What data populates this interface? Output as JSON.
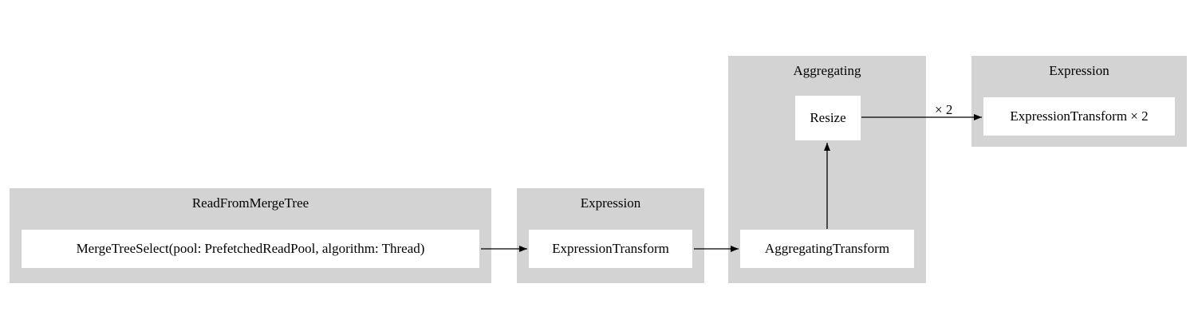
{
  "colors": {
    "cluster_fill": "#d3d3d3",
    "node_fill": "#ffffff",
    "edge": "#000000",
    "text": "#000000"
  },
  "diagram": {
    "groups": [
      {
        "title": "ReadFromMergeTree",
        "nodes": [
          {
            "label": "MergeTreeSelect(pool: PrefetchedReadPool, algorithm: Thread)"
          }
        ]
      },
      {
        "title": "Expression",
        "nodes": [
          {
            "label": "ExpressionTransform"
          }
        ]
      },
      {
        "title": "Aggregating",
        "nodes": [
          {
            "label": "Resize"
          },
          {
            "label": "AggregatingTransform"
          }
        ]
      },
      {
        "title": "Expression",
        "nodes": [
          {
            "label": "ExpressionTransform × 2"
          }
        ]
      }
    ],
    "edges": [
      {
        "from": "MergeTreeSelect",
        "to": "ExpressionTransform",
        "label": ""
      },
      {
        "from": "ExpressionTransform",
        "to": "AggregatingTransform",
        "label": ""
      },
      {
        "from": "AggregatingTransform",
        "to": "Resize",
        "label": ""
      },
      {
        "from": "Resize",
        "to": "ExpressionTransform × 2",
        "label": "× 2"
      }
    ]
  }
}
